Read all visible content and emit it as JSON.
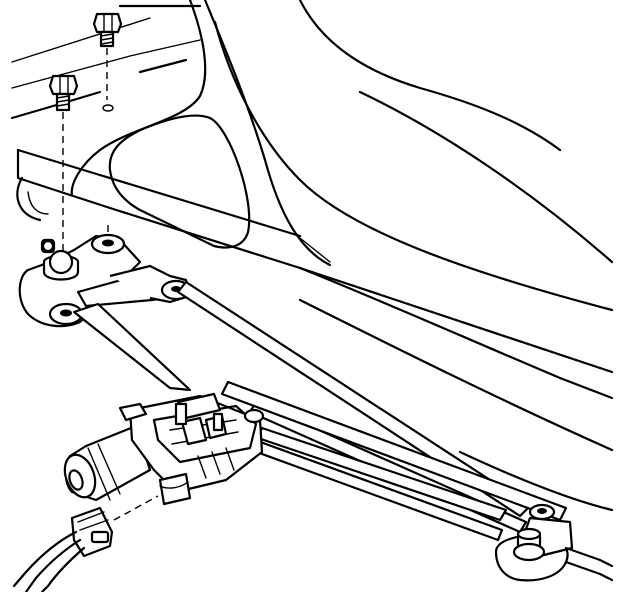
{
  "figure": {
    "kind": "exploded-view line illustration",
    "colors": {
      "line": "#000000",
      "background": "#ffffff"
    },
    "parts": [
      {
        "id": "bolt-upper",
        "icon": "bolt-icon"
      },
      {
        "id": "bolt-lower",
        "icon": "bolt-icon"
      },
      {
        "id": "wiper-transmission-linkage",
        "icon": "linkage-icon"
      },
      {
        "id": "left-pivot-ball-stud",
        "icon": "pivot-icon"
      },
      {
        "id": "right-pivot",
        "icon": "pivot-icon"
      },
      {
        "id": "wiper-motor",
        "icon": "motor-icon"
      },
      {
        "id": "electrical-connector",
        "icon": "connector-icon"
      },
      {
        "id": "wiring-harness",
        "icon": "wire-icon"
      },
      {
        "id": "cowl-panel",
        "icon": "panel-icon"
      }
    ]
  }
}
